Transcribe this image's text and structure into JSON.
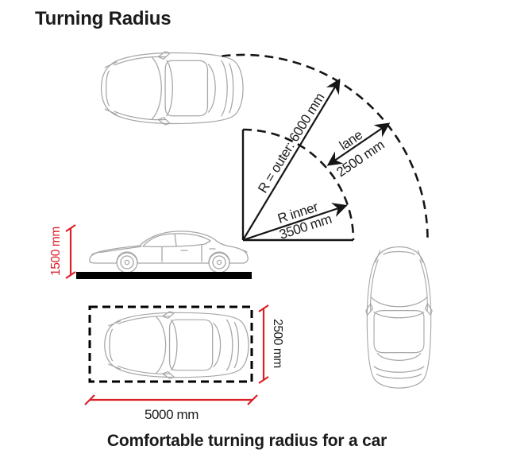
{
  "title": "Turning Radius",
  "caption": "Comfortable turning radius for a car",
  "diagram": {
    "outer_radius_label": "R = outer: 6000 mm",
    "inner_radius_label_line1": "R inner",
    "inner_radius_label_line2": "3500 mm",
    "lane_label_line1": "lane",
    "lane_label_line2": "2500 mm",
    "car_height_label": "1500 mm",
    "car_width_label": "2500 mm",
    "car_length_label": "5000 mm"
  },
  "values": {
    "outer_radius_mm": 6000,
    "inner_radius_mm": 3500,
    "lane_width_mm": 2500,
    "car_height_mm": 1500,
    "car_width_mm": 2500,
    "car_length_mm": 5000
  },
  "colors": {
    "dimension_red": "#da2128",
    "line_black": "#151515",
    "car_outline_gray": "#a6a6a6"
  }
}
